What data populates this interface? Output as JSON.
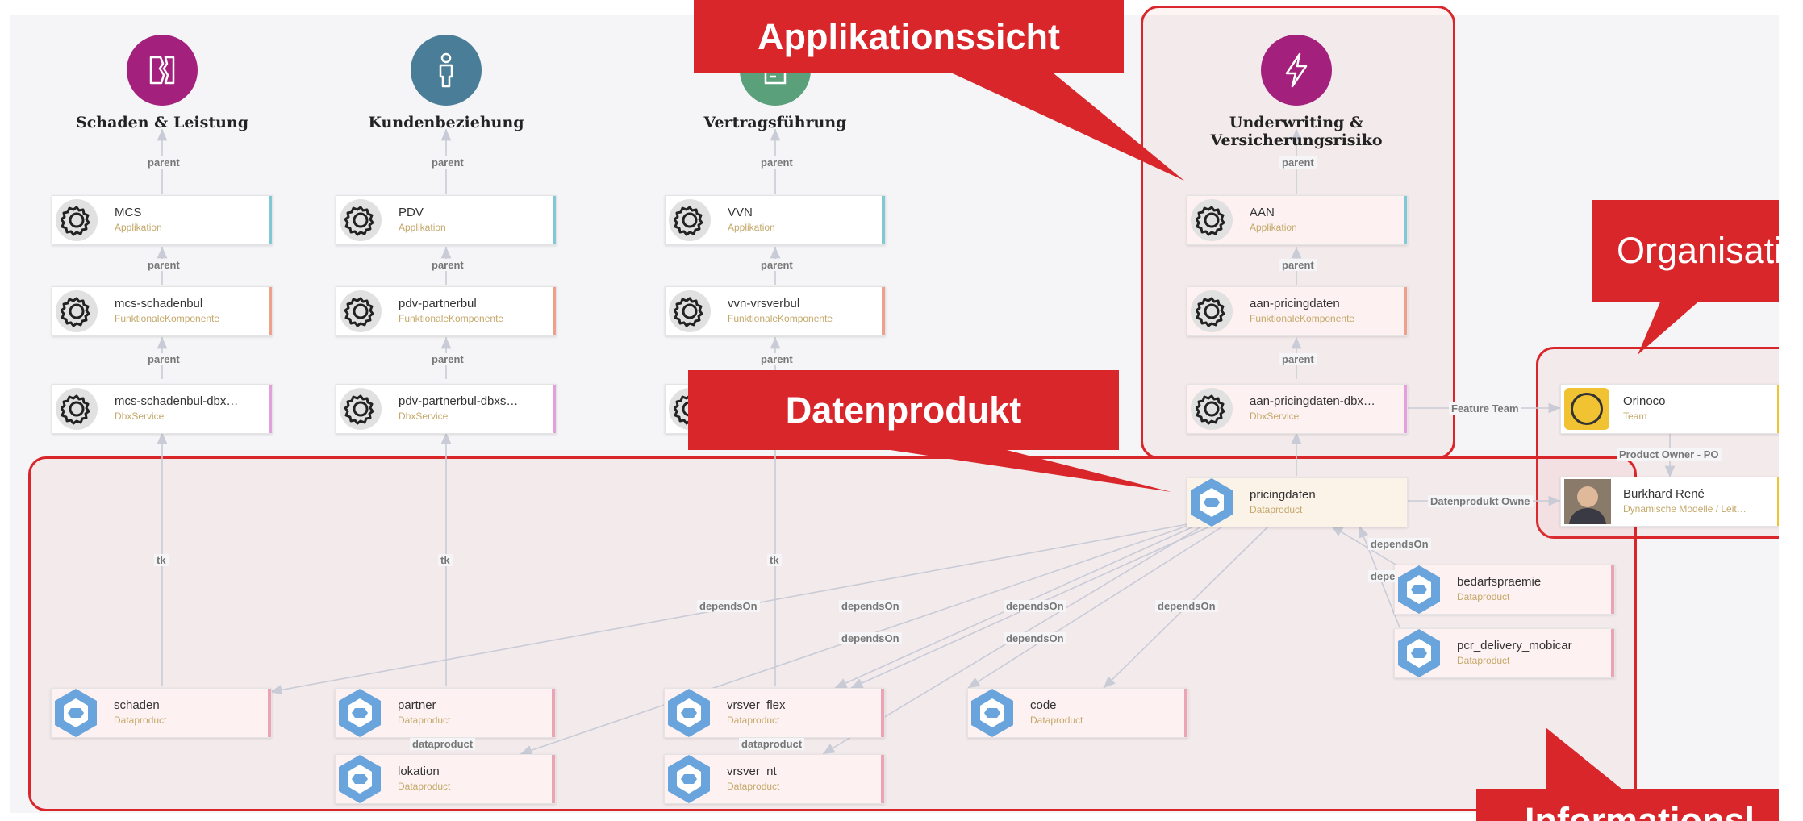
{
  "domains": [
    {
      "title": "Schaden & Leistung",
      "color": "#a3217d",
      "icon": "torn-document-icon"
    },
    {
      "title": "Kundenbeziehung",
      "color": "#4a7d98",
      "icon": "person-icon"
    },
    {
      "title": "Vertragsführung",
      "color": "#5aa07a",
      "icon": "contract-icon"
    },
    {
      "title": "Underwriting & Versicherungsrisiko",
      "color": "#a3217d",
      "icon": "lightning-icon"
    }
  ],
  "applications": [
    {
      "name": "MCS",
      "type": "Applikation"
    },
    {
      "name": "PDV",
      "type": "Applikation"
    },
    {
      "name": "VVN",
      "type": "Applikation"
    },
    {
      "name": "AAN",
      "type": "Applikation"
    }
  ],
  "components": [
    {
      "name": "mcs-schadenbul",
      "type": "FunktionaleKomponente"
    },
    {
      "name": "pdv-partnerbul",
      "type": "FunktionaleKomponente"
    },
    {
      "name": "vvn-vrsverbul",
      "type": "FunktionaleKomponente"
    },
    {
      "name": "aan-pricingdaten",
      "type": "FunktionaleKomponente"
    }
  ],
  "services": [
    {
      "name": "mcs-schadenbul-dbx…",
      "type": "DbxService"
    },
    {
      "name": "pdv-partnerbul-dbxs…",
      "type": "DbxService"
    },
    {
      "name": "aan-pricingdaten-dbx…",
      "type": "DbxService"
    }
  ],
  "team": {
    "name": "Orinoco",
    "type": "Team"
  },
  "person": {
    "name": "Burkhard René",
    "type": "Dynamische Modelle / Leit…"
  },
  "dataproducts": {
    "pricingdaten": {
      "name": "pricingdaten",
      "type": "Dataproduct"
    },
    "bedarfspraemie": {
      "name": "bedarfspraemie",
      "type": "Dataproduct"
    },
    "pcr": {
      "name": "pcr_delivery_mobicar",
      "type": "Dataproduct"
    },
    "schaden": {
      "name": "schaden",
      "type": "Dataproduct"
    },
    "partner": {
      "name": "partner",
      "type": "Dataproduct"
    },
    "vrsver_flex": {
      "name": "vrsver_flex",
      "type": "Dataproduct"
    },
    "code": {
      "name": "code",
      "type": "Dataproduct"
    },
    "lokation": {
      "name": "lokation",
      "type": "Dataproduct"
    },
    "vrsver_nt": {
      "name": "vrsver_nt",
      "type": "Dataproduct"
    }
  },
  "edge_labels": {
    "parent": "parent",
    "tk": "tk",
    "depends_on": "dependsOn",
    "depe_partial": "depe",
    "dataproduct": "dataproduct",
    "feature_team": "Feature Team",
    "datenprodukt_owner": "Datenprodukt Owne",
    "product_owner": "Product Owner - PO"
  },
  "callouts": {
    "applikationssicht": "Applikationssicht",
    "datenprodukt": "Datenprodukt",
    "organisation": "Organisatio",
    "information": "Informationsl"
  },
  "colors": {
    "callout_red": "#d9262b",
    "bar_teal": "#7fc8d4",
    "bar_salmon": "#eea08c",
    "bar_pink": "#e3a0dc",
    "bar_rose": "#eca4b4",
    "bar_yellow": "#f1c232",
    "hex_blue": "#5b9bd5"
  }
}
